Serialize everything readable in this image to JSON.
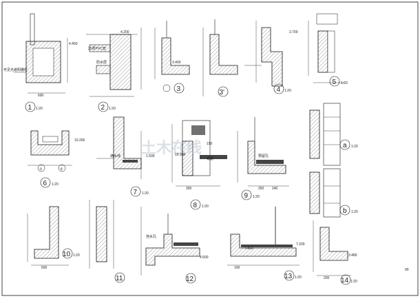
{
  "sheet": {
    "detail_numbers": [
      "1",
      "2",
      "3",
      "3'",
      "4",
      "5",
      "6",
      "7",
      "8",
      "9",
      "10",
      "11",
      "12",
      "13",
      "14",
      "a",
      "b"
    ],
    "scales": [
      "1:20",
      "1:20",
      "1:20",
      "1:20",
      "1:20",
      "1:20",
      "1:20",
      "1:20",
      "1:20",
      "1:20",
      "1:20",
      "1:20",
      "1:20"
    ],
    "sub_markers": [
      "①",
      "②"
    ],
    "annotations": [
      "4.450",
      "4.200",
      "3.400",
      "2.700",
      "1.500",
      "7.450",
      "7.200",
      "4.500",
      "3.480",
      "10.200",
      "10.300",
      "600",
      "300",
      "250",
      "500",
      "240",
      "100",
      "200",
      "150"
    ],
    "note_texts": [
      "可见光遮阳栅栏",
      "防水层",
      "25厚PVC管",
      "滴水线",
      "预留孔",
      "钢筋",
      "泄水孔"
    ],
    "watermark": "土木在线",
    "corner_mark": "90"
  },
  "colors": {
    "line": "#111111",
    "hatch": "#555555",
    "accent": "#3a3a3a"
  }
}
